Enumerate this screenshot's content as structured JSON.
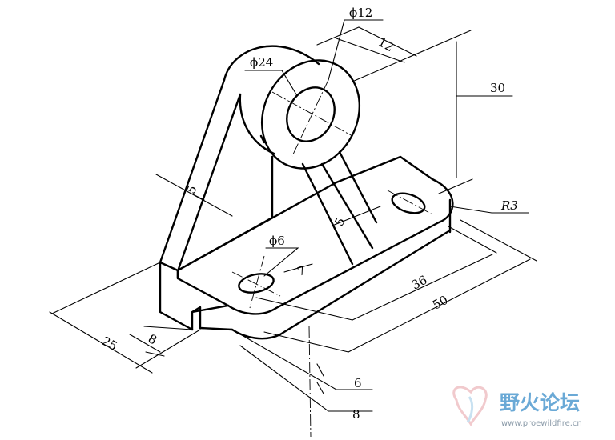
{
  "dimensions": {
    "phi12": "ϕ12",
    "phi24": "ϕ24",
    "d12": "12",
    "d30": "30",
    "d5_left": "5",
    "d5_center": "5",
    "r3": "R3",
    "phi6": "ϕ6",
    "d7": "7",
    "d36": "36",
    "d50": "50",
    "d25": "25",
    "d8_slot": "8",
    "d6": "6",
    "d8_bottom": "8"
  },
  "watermark": {
    "text": "野火论坛",
    "url": "www.proewildfire.cn"
  }
}
